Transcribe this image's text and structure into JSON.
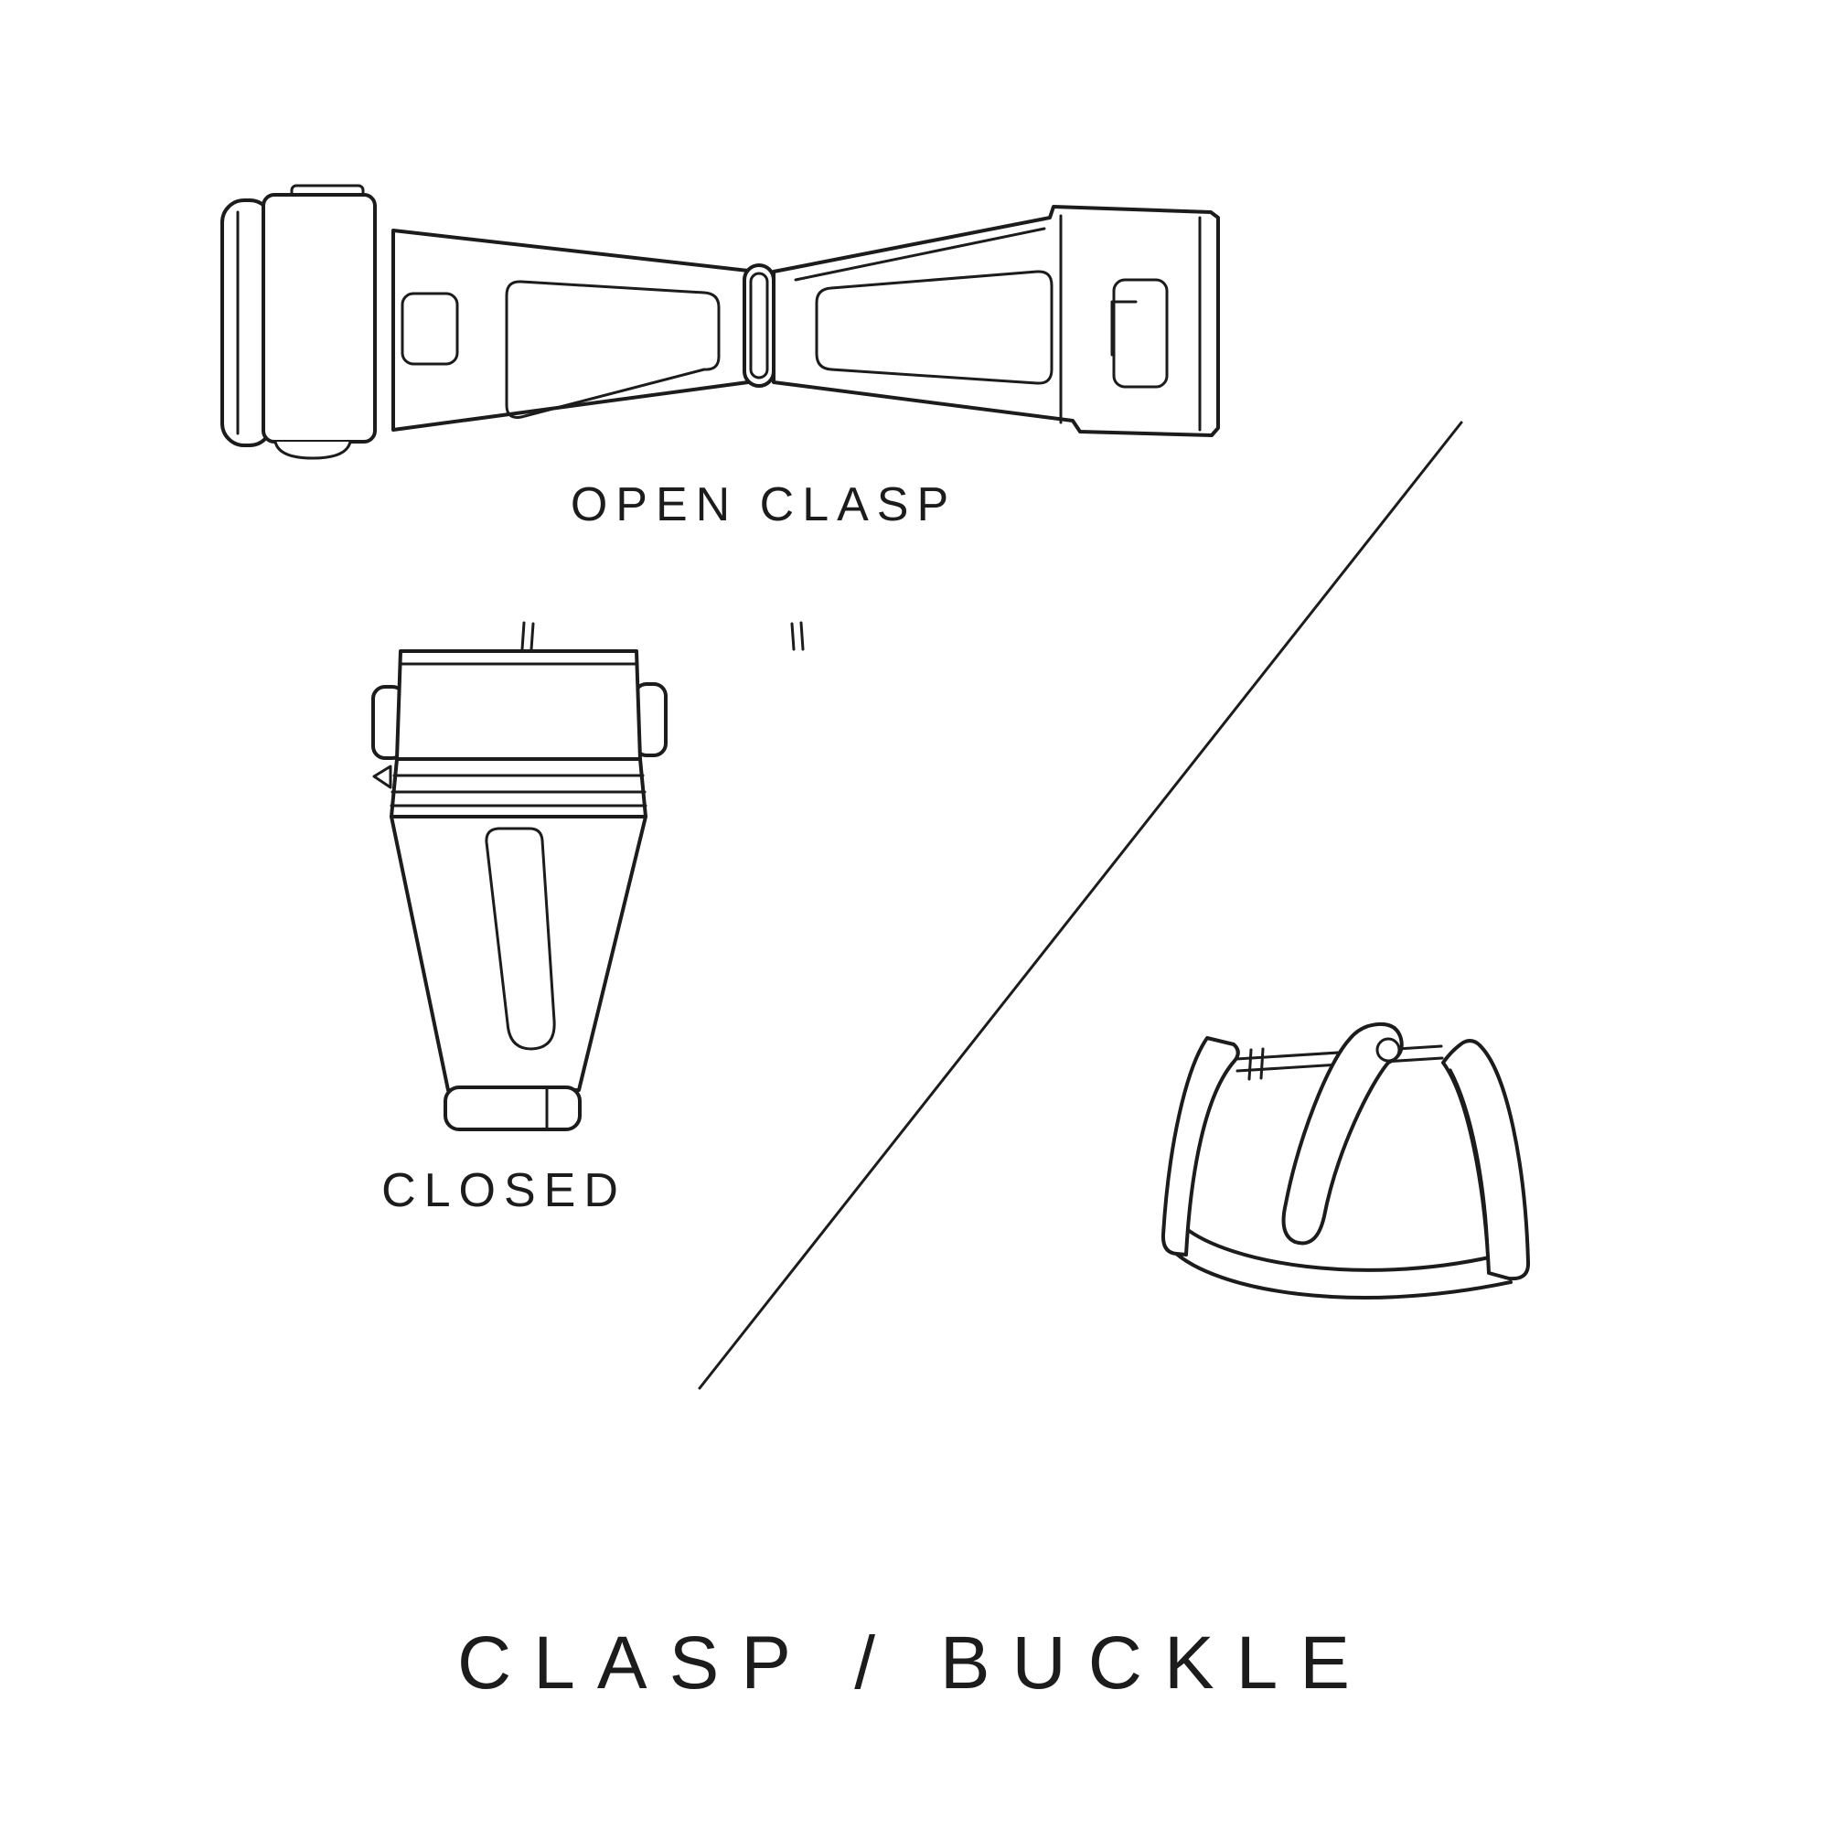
{
  "colors": {
    "background": "#ffffff",
    "line": "#1c1c1c",
    "text": "#1c1c1c"
  },
  "title": {
    "text": "CLASP / BUCKLE"
  },
  "figures": {
    "open_clasp": {
      "caption": "OPEN CLASP",
      "icon": "open-deployant-clasp-illustration"
    },
    "closed_clasp": {
      "caption": "CLOSED",
      "icon": "closed-clasp-illustration"
    },
    "buckle": {
      "icon": "tang-buckle-illustration"
    }
  },
  "divider": {
    "icon": "diagonal-line-divider"
  }
}
